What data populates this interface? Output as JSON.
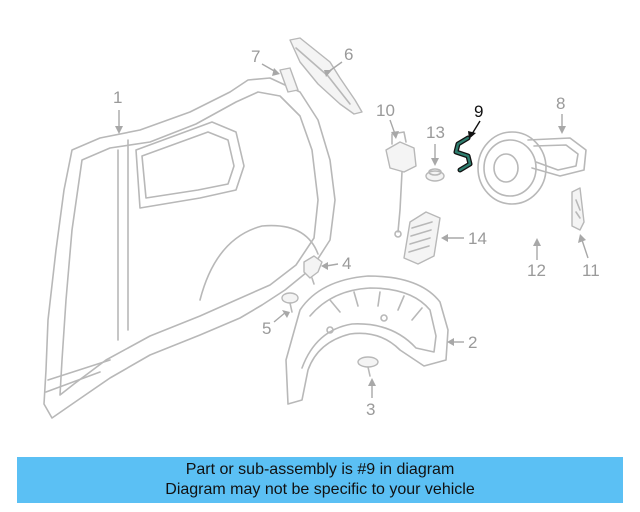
{
  "diagram": {
    "highlight_part": "9",
    "highlight_color": "#2e7d6e",
    "callouts": [
      "1",
      "2",
      "3",
      "4",
      "5",
      "6",
      "7",
      "8",
      "9",
      "10",
      "11",
      "12",
      "13",
      "14"
    ]
  },
  "banner": {
    "line1": "Part or sub-assembly is #9 in diagram",
    "line2": "Diagram may not be specific to your vehicle",
    "background": "#5bc0f4"
  }
}
